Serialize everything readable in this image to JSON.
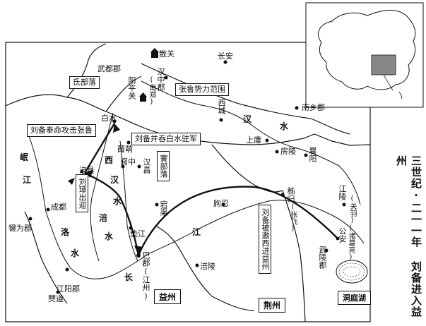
{
  "title": "三世纪·二一一年 刘备进入益州",
  "places": {
    "sanguan": "散关",
    "changan": "长安",
    "wudu": "武都郡",
    "hanzhong": "汉中郡",
    "nanzheng": "(南郑)",
    "yangping": "阳平关",
    "xicheng": "西城",
    "nanxiang": "南乡郡",
    "baishui": "白水",
    "jiameng": "葭萌",
    "shangyong": "上庸",
    "fangling": "房陵",
    "xiangyang": "襄阳",
    "fu": "涪县",
    "langzhong": "阆中",
    "hanchang": "汉昌",
    "dangqu": "宕渠",
    "chengdu": "成都",
    "jianwei": "犍为郡",
    "dianjiang": "垫江",
    "juren": "朐忍",
    "zigui": "秭归",
    "jiangling": "江陵",
    "guanyu": "(关羽)",
    "gongan": "公安",
    "zhugeliang": "(诸葛亮)",
    "wuling": "武陵郡",
    "baxi": "巴郡(江州)",
    "fuling": "涪陵",
    "jiangyang": "江阳郡",
    "bodao": "僰道",
    "zhangfei": "(张飞)"
  },
  "boxes": {
    "di": "氐部落",
    "zhanglu_range": "张鲁势力范围",
    "liubei_attack": "刘备奉命攻击张鲁",
    "liubei_baishui": "刘备并吞白水驻军",
    "cong": "賨部落",
    "liuzhang": "刘璋出迎",
    "liubei_invited": "刘备被邀西进益州"
  },
  "regions": {
    "yizhou": "益州",
    "jingzhou": "荆州",
    "dongting": "洞庭湖"
  },
  "rivers": {
    "han": "汉",
    "shui": "水",
    "min": "岷",
    "jiang": "江",
    "luo": "洛",
    "luo_shui": "水",
    "xi": "西",
    "xi_han": "汉",
    "xi_shui": "水",
    "fu_jiang": "涪",
    "fu_shui": "水",
    "jiang2": "江",
    "chang": "长"
  },
  "colors": {
    "ink": "#111111",
    "inset_fill": "#888888"
  }
}
